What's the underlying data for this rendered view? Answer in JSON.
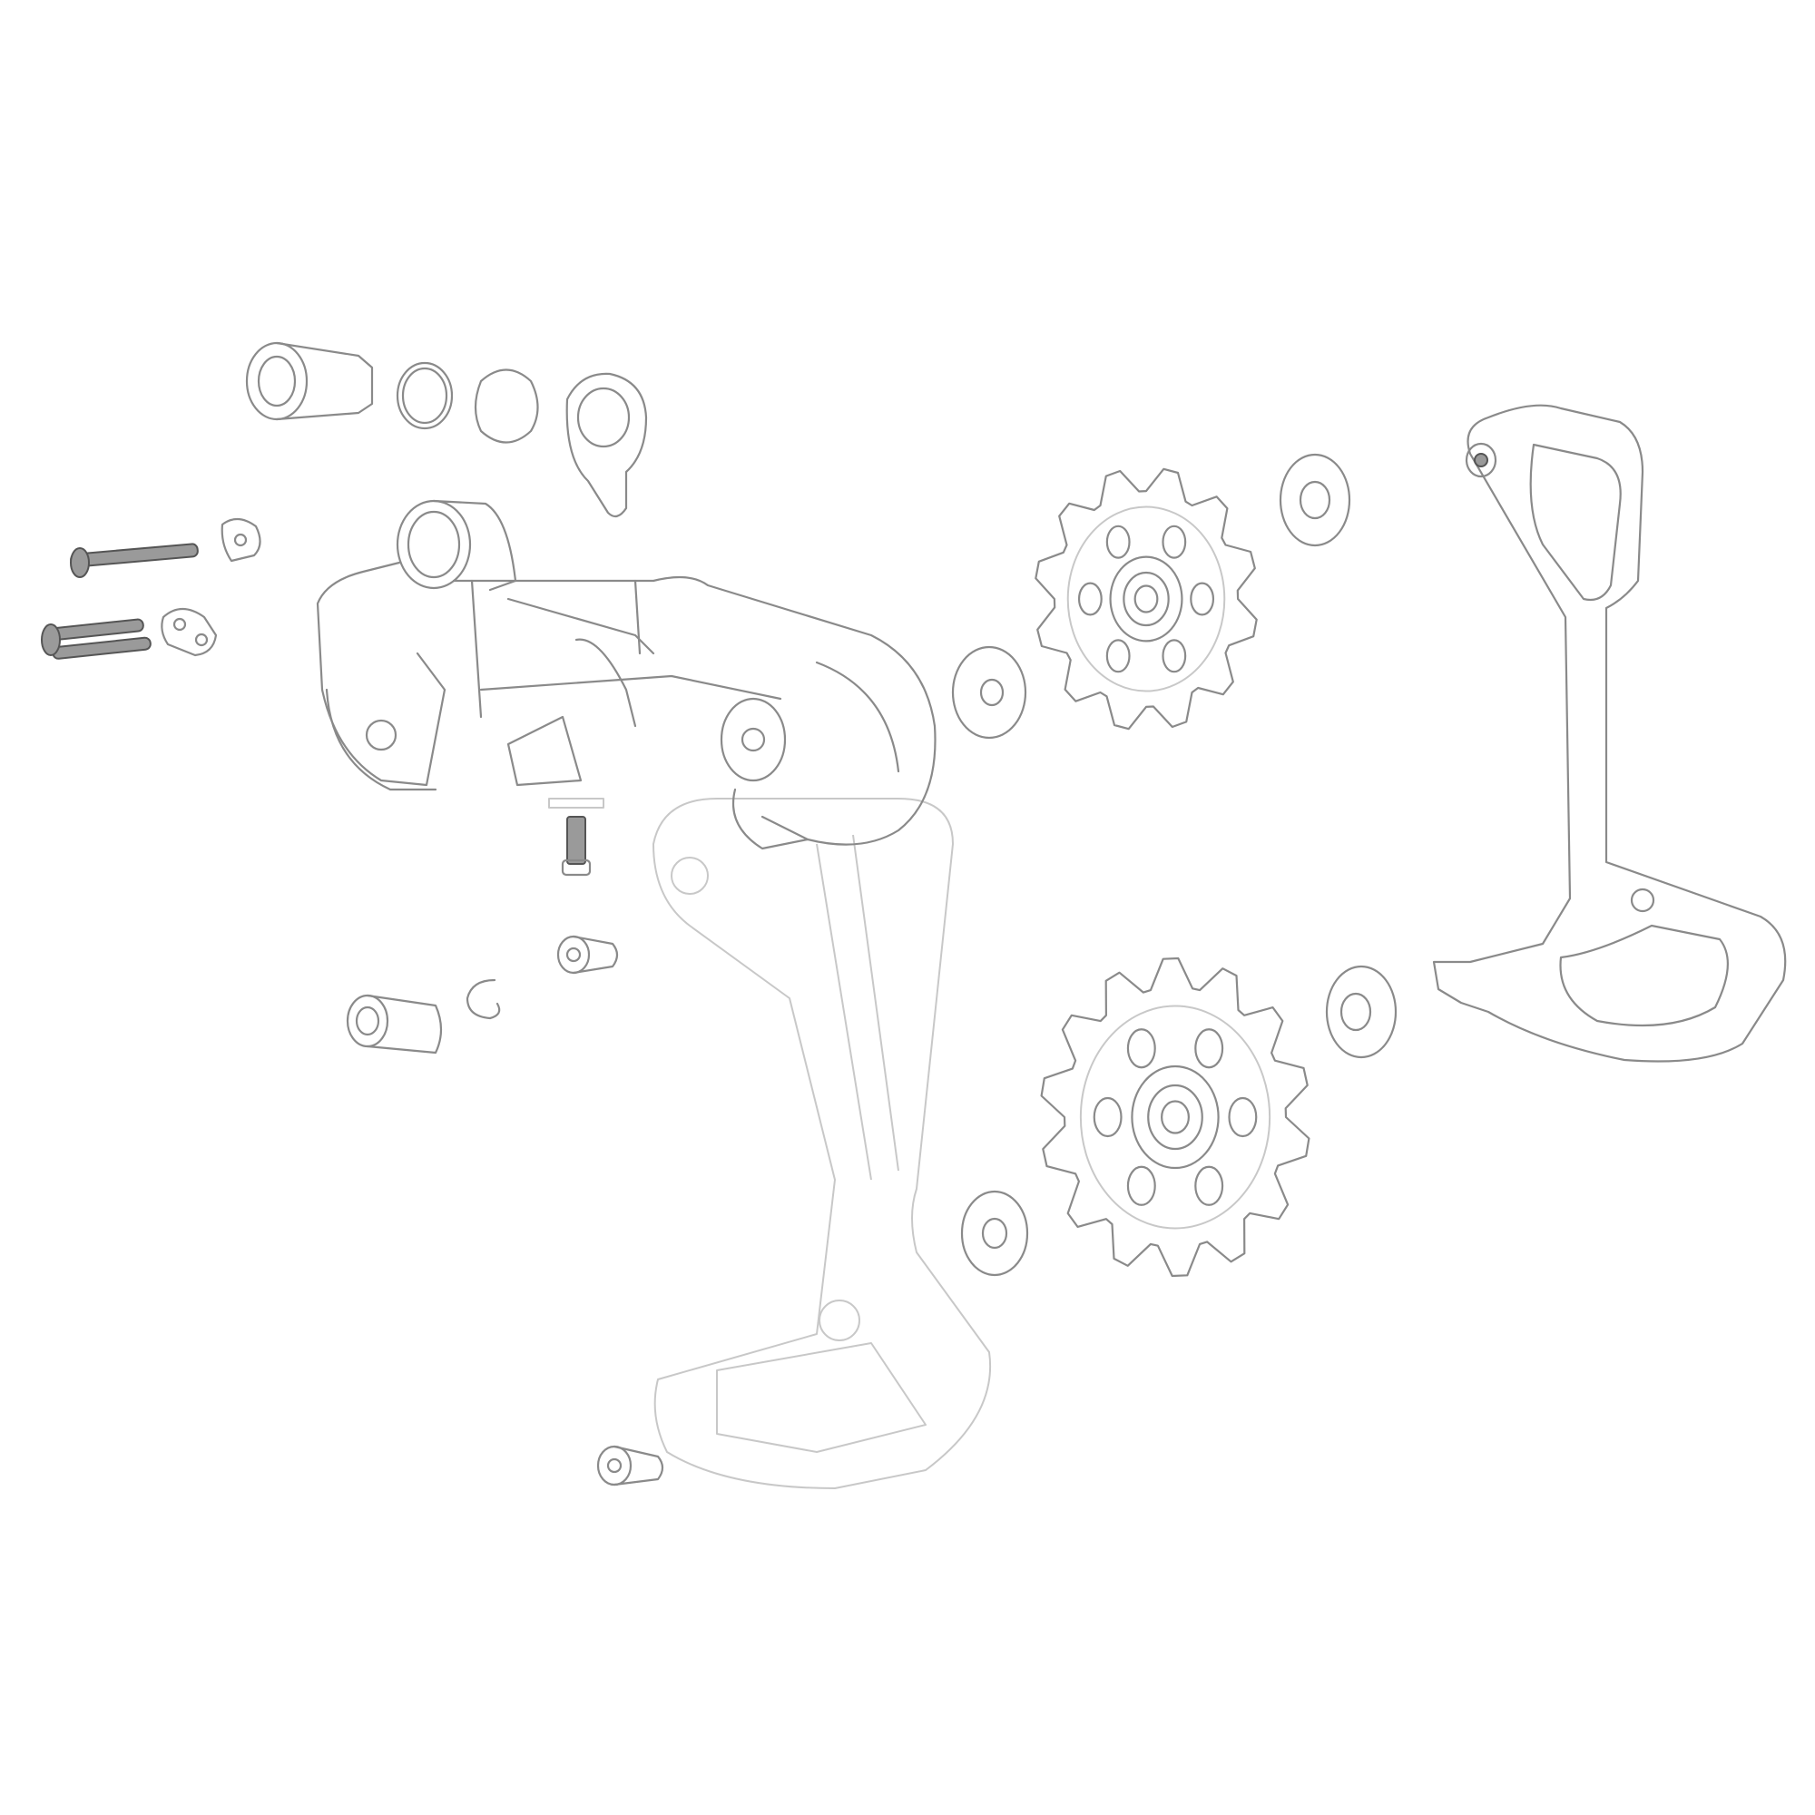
{
  "diagram": {
    "type": "exploded-parts-view",
    "subject": "rear-derailleur",
    "colors": {
      "line": "#8a8a8a",
      "faint_line": "#c8c8c8",
      "background": "#ffffff"
    },
    "pulleys": [
      {
        "teeth": 12
      },
      {
        "teeth": 14
      }
    ]
  }
}
